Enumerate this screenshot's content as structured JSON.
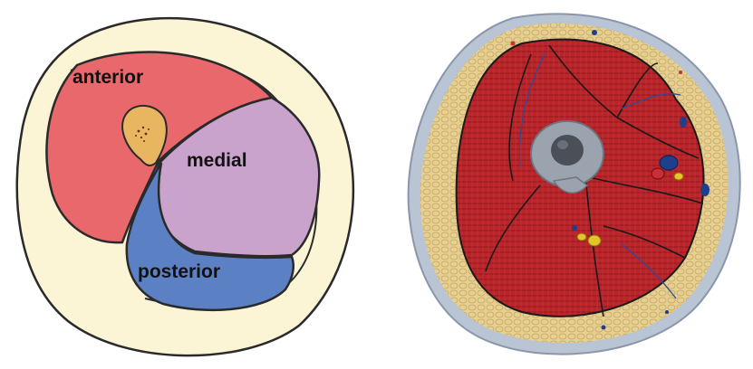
{
  "diagram": {
    "left": {
      "labels": {
        "anterior": "anterior",
        "medial": "medial",
        "posterior": "posterior"
      },
      "colors": {
        "skin": "#fbf5d6",
        "anterior": "#e8686c",
        "medial": "#c9a3cc",
        "posterior": "#5c80c4",
        "bone": "#e8b560",
        "outline": "#2a2a2a"
      }
    },
    "right": {
      "colors": {
        "skin_outer": "#b9c4d4",
        "fat": "#e6cf93",
        "muscle": "#b8252a",
        "muscle_dark": "#8e1418",
        "bone": "#9aa3ae",
        "marrow": "#4b4f57",
        "vessel_blue": "#1d3f8c",
        "nerve_yellow": "#e4c42a"
      }
    }
  }
}
